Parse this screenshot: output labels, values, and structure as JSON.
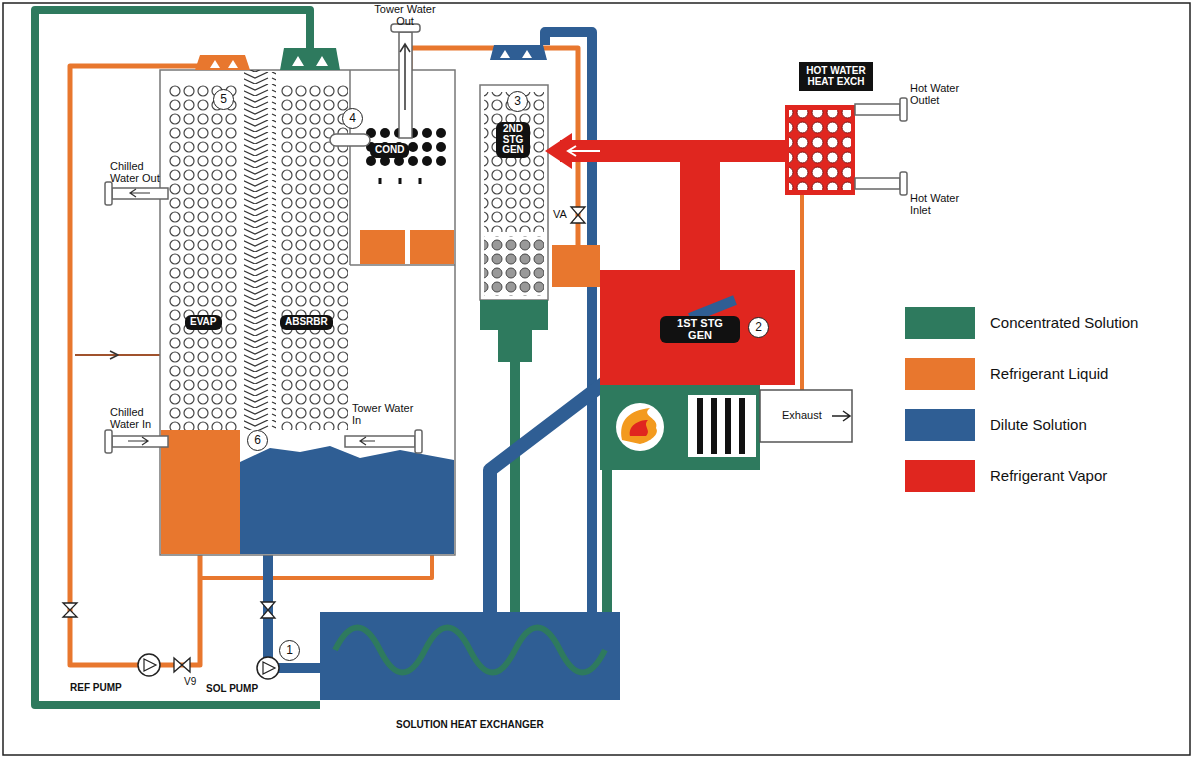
{
  "diagram": {
    "nodes": [
      {
        "text": [
          "EVAP"
        ]
      },
      {
        "text": [
          "ABSRBR"
        ]
      },
      {
        "text": [
          "COND"
        ]
      },
      {
        "text": [
          "2ND STG GEN"
        ]
      },
      {
        "text": [
          "HOT WATER HEAT EXCH"
        ]
      },
      {
        "text": [
          "1ST STG GEN"
        ]
      }
    ],
    "labels": [
      "Tower Water Out",
      "Hot Water Outlet",
      "Hot Water Inlet",
      "Chilled Water Out",
      "Chilled Water In",
      "Tower Water In",
      "VA",
      "V9",
      "REF PUMP",
      "SOL PUMP",
      "SOLUTION HEAT EXCHANGER",
      "Exhaust",
      "5",
      "4",
      "3",
      "2",
      "6",
      "1"
    ],
    "legend": [
      {
        "text": "Concentrated Solution",
        "color": "#2e7a5e"
      },
      {
        "text": "Refrigerant Liquid",
        "color": "#e8772e"
      },
      {
        "text": "Dilute Solution",
        "color": "#2f5e94"
      },
      {
        "text": "Refrigerant Vapor",
        "color": "#e0261f"
      }
    ]
  }
}
